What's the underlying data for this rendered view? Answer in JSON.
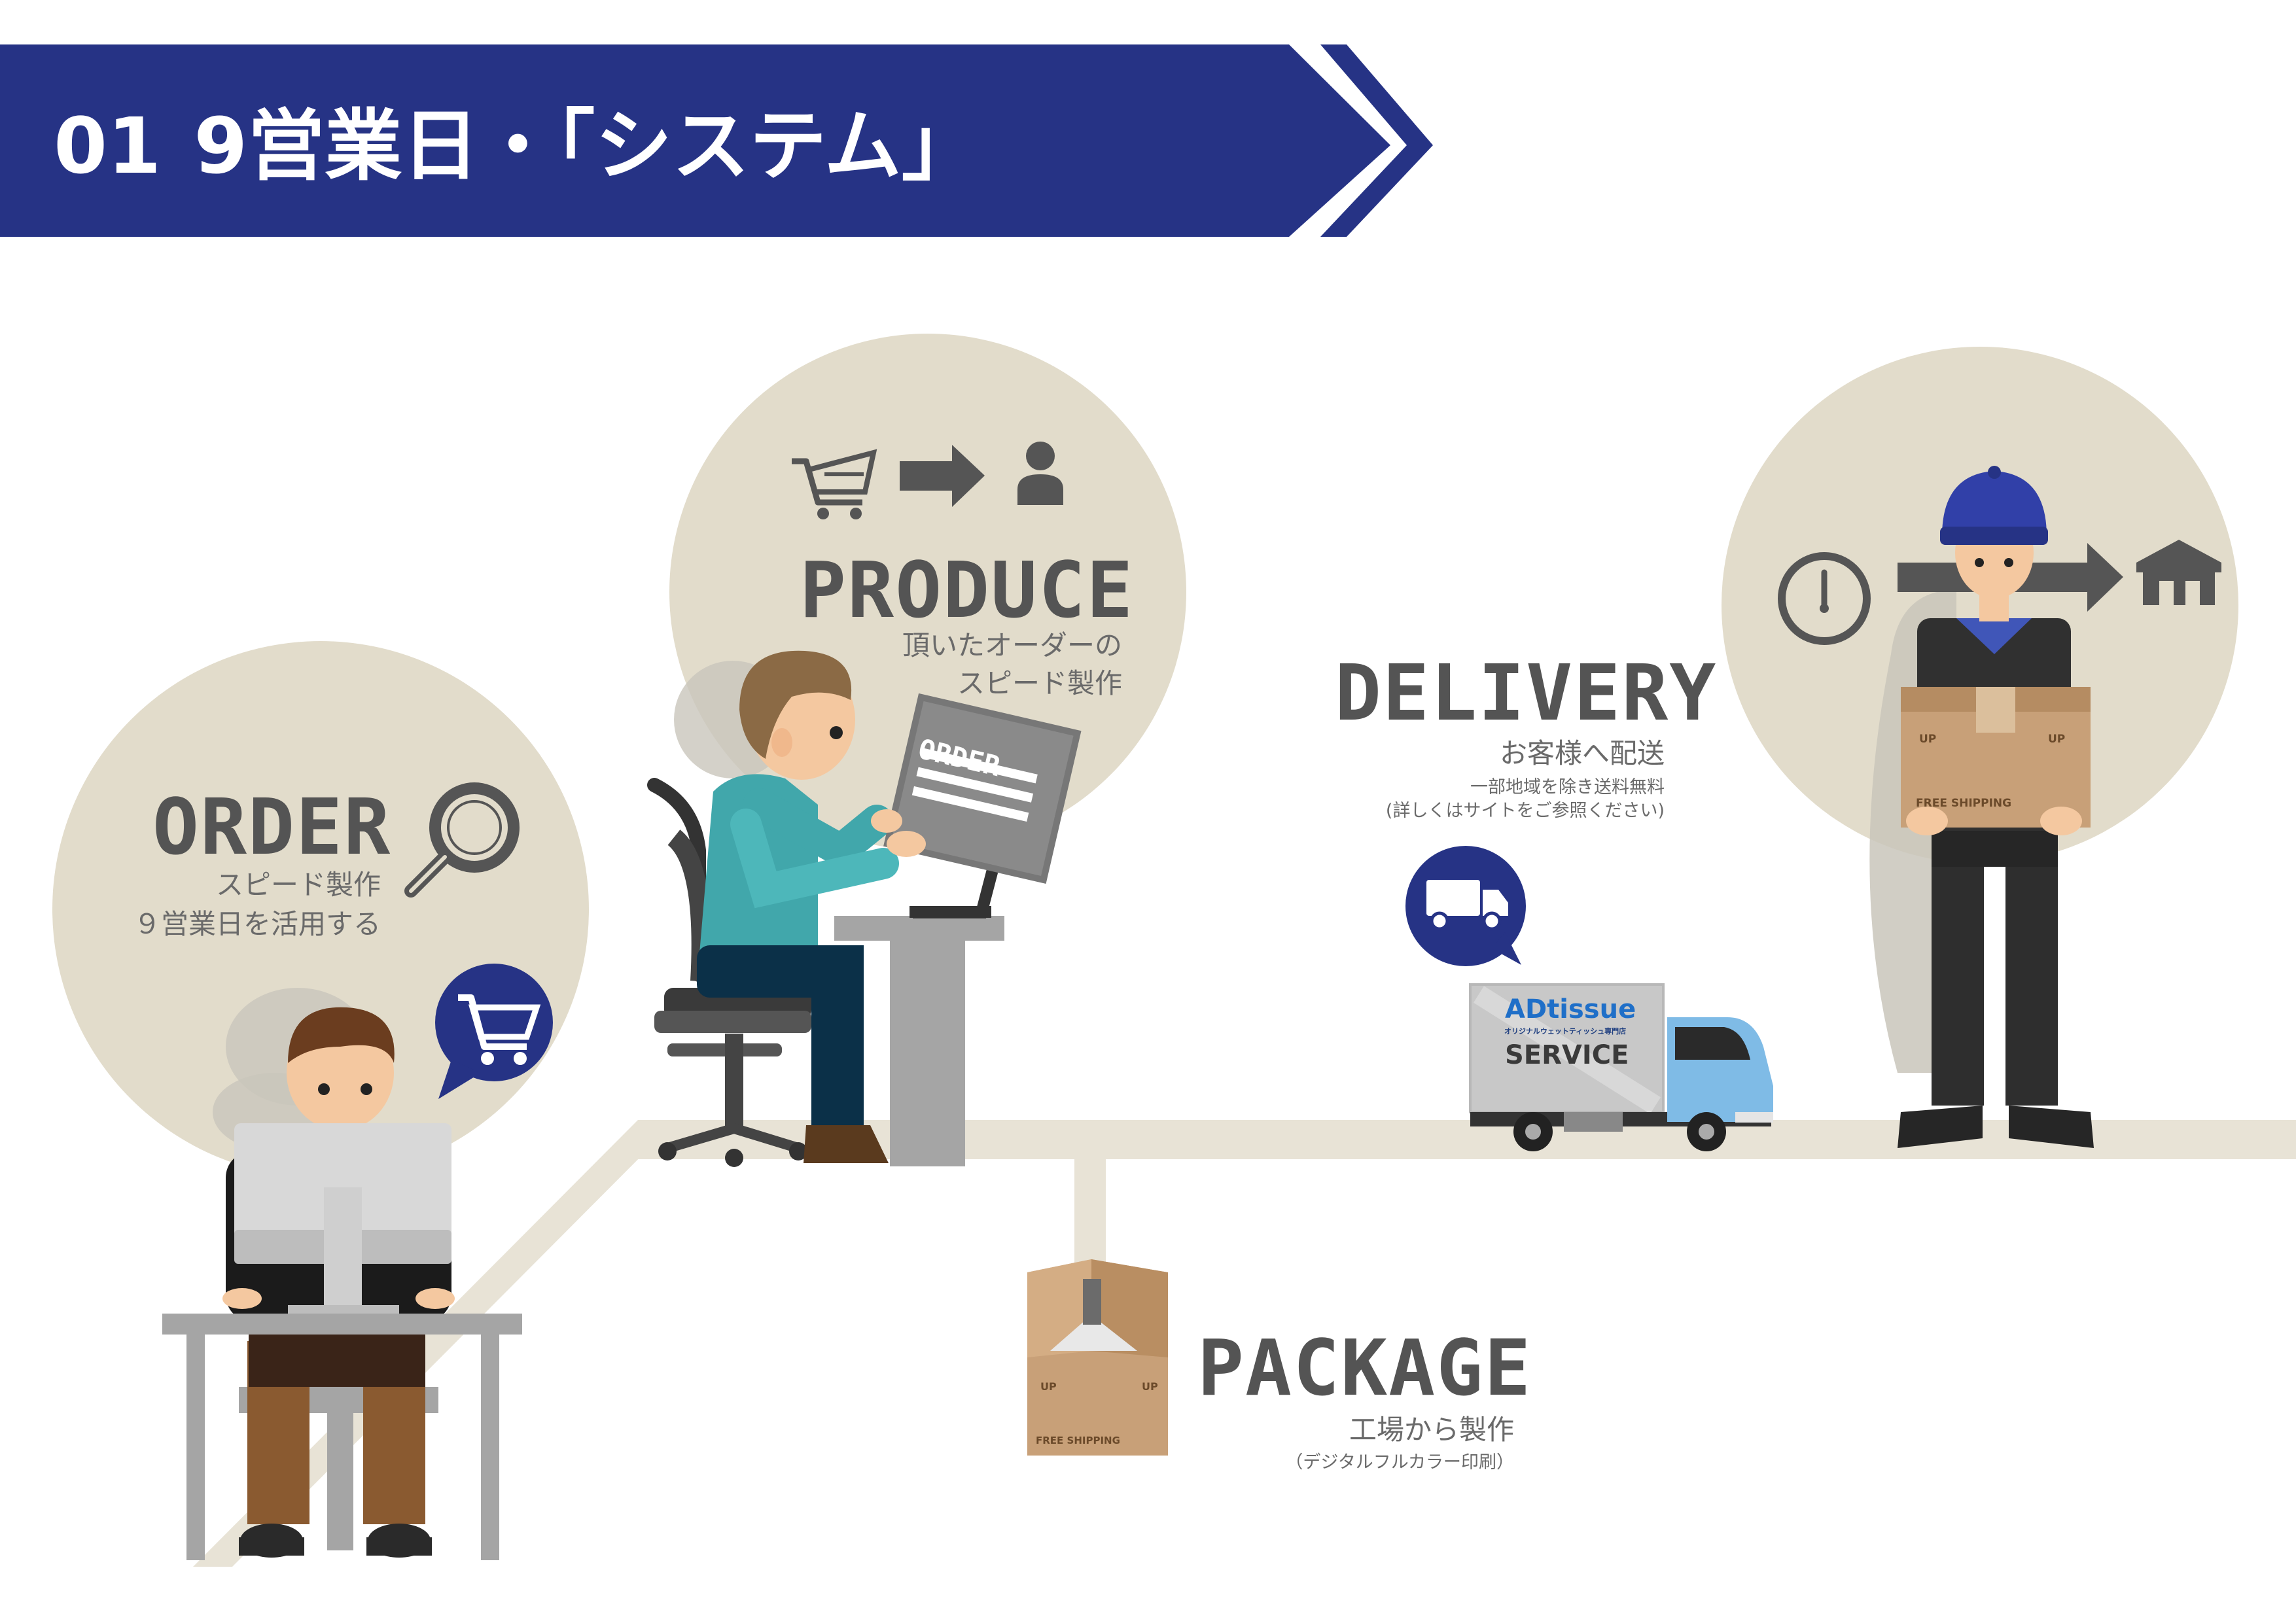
{
  "header": {
    "number": "01",
    "title": "9営業日・「システム」",
    "color": "#263385"
  },
  "colors": {
    "path": "#e8e3d6",
    "circle": "#e2dccb",
    "icon_gray": "#555555",
    "text_gray": "#545454",
    "accent_blue": "#263385"
  },
  "steps": {
    "order": {
      "title": "ORDER",
      "lines": [
        "スピード製作",
        "９営業日を活用する"
      ],
      "icons": [
        "magnifier-icon",
        "cart-bubble-icon"
      ]
    },
    "produce": {
      "title": "PRODUCE",
      "lines": [
        "頂いたオーダーの",
        "スピード製作"
      ],
      "board_label": "ORDER",
      "icons": [
        "cart-icon",
        "arrow-right-icon",
        "person-icon"
      ]
    },
    "delivery": {
      "title": "DELIVERY",
      "lines": [
        "お客様へ配送"
      ],
      "notes": [
        "一部地域を除き送料無料",
        "(詳しくはサイトをご参照ください)"
      ],
      "icons": [
        "truck-bubble-icon",
        "clock-icon",
        "arrow-right-icon",
        "house-icon"
      ]
    },
    "package": {
      "title": "PACKAGE",
      "lines": [
        "工場から製作"
      ],
      "notes": [
        "（デジタルフルカラー印刷）"
      ]
    }
  },
  "truck": {
    "brand": "ADtissue",
    "tagline": "オリジナルウェットティッシュ専門店",
    "service": "SERVICE"
  },
  "box_labels": {
    "up": "UP",
    "free_shipping": "FREE SHIPPING"
  }
}
